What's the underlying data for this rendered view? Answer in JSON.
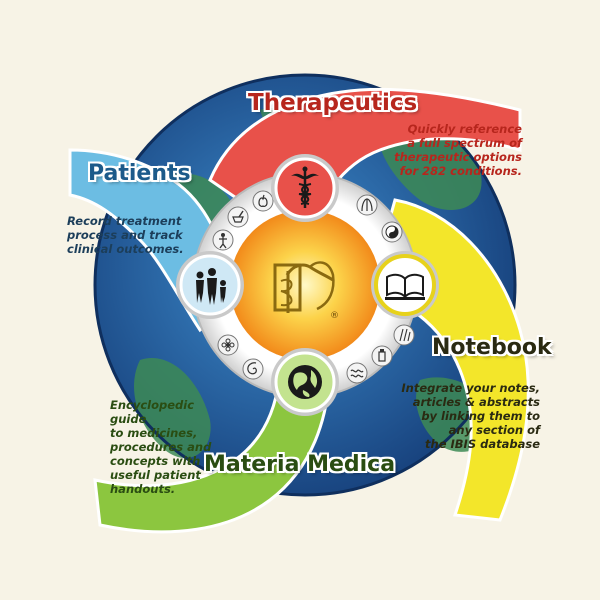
{
  "colors": {
    "background": "#f7f3e6",
    "therapeutics": "#e8514a",
    "patients": "#6cbde3",
    "notebook": "#f3e62a",
    "materia_medica": "#8cc63f",
    "center_sun": "#f7a31c",
    "globe_ocean": "#2a6ab0",
    "globe_land": "#3d8a55"
  },
  "sections": {
    "therapeutics": {
      "title": "Therapeutics",
      "description": "Quickly reference\na full spectrum of\ntherapeutic options\nfor 282 conditions.",
      "title_color": "#b7261d",
      "description_color": "#b7261d",
      "icon": "caduceus-icon"
    },
    "patients": {
      "title": "Patients",
      "description": "Record treatment\nprocess and track\nclinical outcomes.",
      "title_color": "#1c5a8a",
      "description_color": "#1c3e5a",
      "icon": "family-icon"
    },
    "notebook": {
      "title": "Notebook",
      "description": "Integrate your notes,\narticles & abstracts\nby linking them to\nany section of\nthe IBIS database",
      "title_color": "#2a2a12",
      "description_color": "#2a2a12",
      "icon": "open-book-icon"
    },
    "materia_medica": {
      "title": "Materia Medica",
      "description": "Encyclopedic guide\nto medicines,\nprocedures and\nconcepts with\nuseful patient\nhandouts.",
      "title_color": "#2a4d12",
      "description_color": "#2a4d12",
      "icon": "globe-icon"
    }
  },
  "center": {
    "icon": "ibis-logo-icon",
    "mark": "®"
  },
  "small_icons": [
    "apple-icon",
    "mortar-icon",
    "person-icon",
    "herbs-icon",
    "yin-yang-icon",
    "acupuncture-needles-icon",
    "bottle-icon",
    "waves-icon",
    "spiral-icon",
    "flower-icon"
  ]
}
